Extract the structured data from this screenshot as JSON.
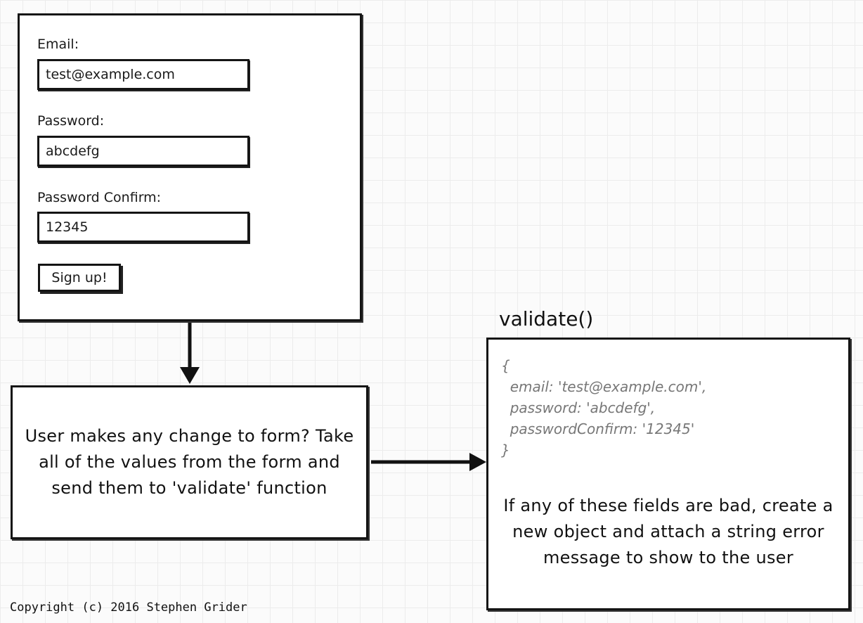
{
  "form": {
    "email_label": "Email:",
    "email_value": "test@example.com",
    "password_label": "Password:",
    "password_value": "abcdefg",
    "password_confirm_label": "Password Confirm:",
    "password_confirm_value": "12345",
    "signup_button": "Sign up!"
  },
  "change_step": {
    "text": "User makes any change to form? Take all of the values from the form and send them to 'validate' function"
  },
  "validate": {
    "title": "validate()",
    "code_lines": [
      "{",
      "  email: 'test@example.com',",
      "  password: 'abcdefg',",
      "  passwordConfirm: '12345'",
      "}"
    ],
    "description": "If any of these fields are bad, create a new object and attach a string error message to show to the user"
  },
  "copyright": "Copyright (c) 2016 Stephen Grider"
}
